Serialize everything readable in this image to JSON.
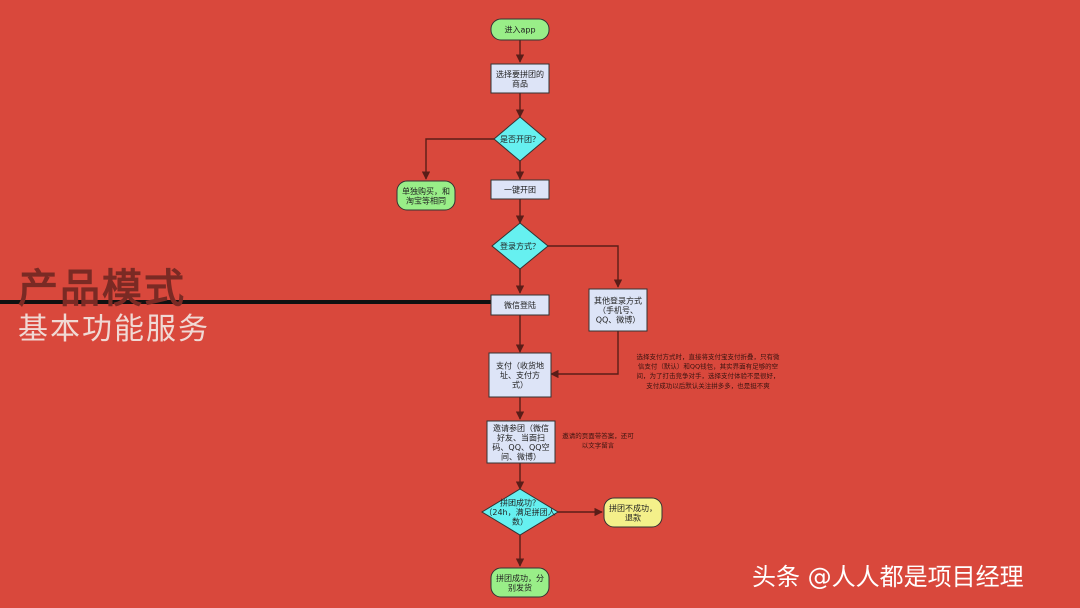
{
  "heading": {
    "title": "产品模式",
    "subtitle": "基本功能服务"
  },
  "nodes": {
    "enter_app": [
      "进入app"
    ],
    "choose_product": [
      "选择要拼团的",
      "商品"
    ],
    "is_group": [
      "是否开团？"
    ],
    "buy_alone": [
      "单独购买，和",
      "淘宝等相同"
    ],
    "one_click": [
      "一键开团"
    ],
    "login_method": [
      "登录方式？"
    ],
    "wechat_login": [
      "微信登陆"
    ],
    "other_login": [
      "其他登录方式",
      "（手机号、",
      "QQ、微博）"
    ],
    "pay": [
      "支付（收货地",
      "址、支付方",
      "式）"
    ],
    "invite": [
      "邀请参团（微信",
      "好友、当面扫",
      "码、QQ、QQ空",
      "间、微博）"
    ],
    "group_success": [
      "拼团成功？",
      "（24h，满足拼团人",
      "数）"
    ],
    "group_fail": [
      "拼团不成功，",
      "退款"
    ],
    "group_done": [
      "拼团成功，分",
      "别发货"
    ]
  },
  "notes": {
    "payment_note": [
      "选择支付方式时，直接将支付宝支付折叠，只有微",
      "信支付（默认）和QQ钱包，其实界面有足够的空",
      "间，为了打击竞争对手，选择支付体验不是很好，",
      "支付成功以后默认关注拼多多，也是挺不爽"
    ],
    "invite_note": [
      "邀请的页面带答案，还可",
      "以文字留言"
    ]
  },
  "watermark": "头条 @人人都是项目经理"
}
